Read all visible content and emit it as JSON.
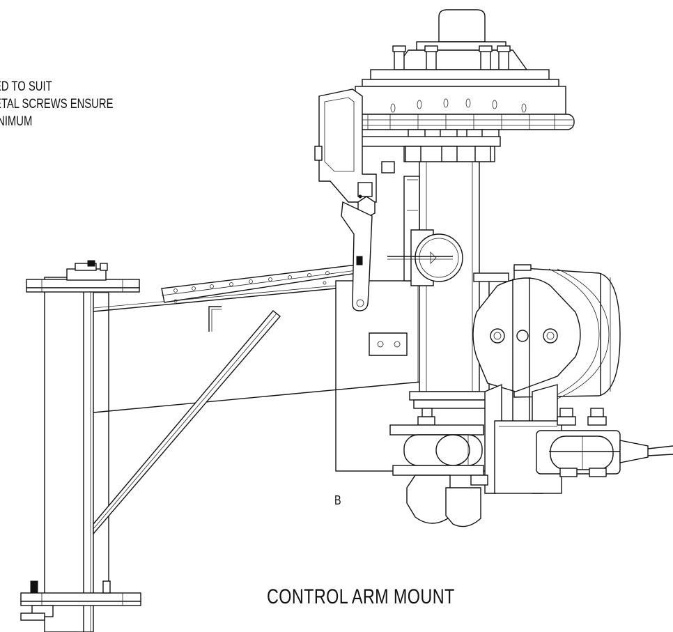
{
  "notes": {
    "line1": "ED TO SUIT",
    "line2": "ETAL SCREWS ENSURE",
    "line3": "INIMUM"
  },
  "labels": {
    "view_letter": "B"
  },
  "caption": "CONTROL ARM MOUNT"
}
